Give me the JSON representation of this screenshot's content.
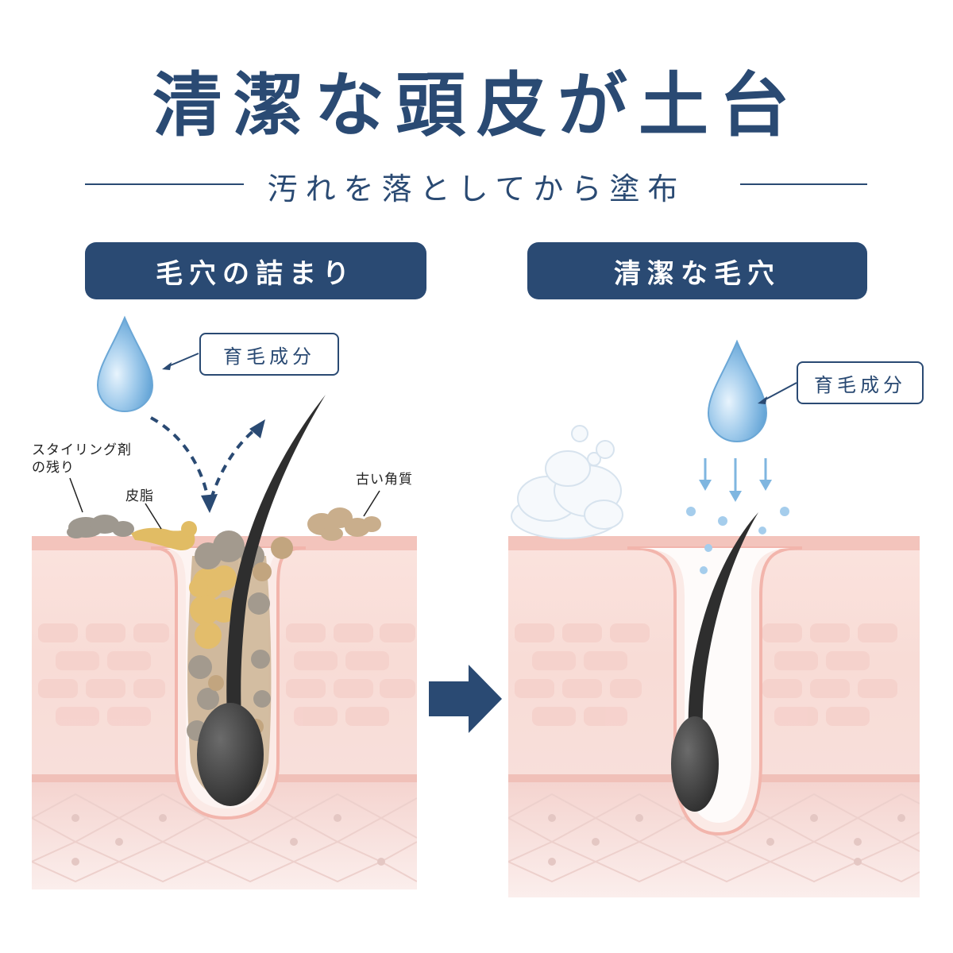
{
  "title": "清潔な頭皮が土台",
  "subtitle": "汚れを落としてから塗布",
  "panels": {
    "left": {
      "label": "毛穴の詰まり",
      "callout": "育毛成分",
      "annotations": {
        "styling_residue_line1": "スタイリング剤",
        "styling_residue_line2": "の残り",
        "sebum": "皮脂",
        "old_keratin": "古い角質"
      }
    },
    "right": {
      "label": "清潔な毛穴",
      "callout": "育毛成分"
    }
  },
  "colors": {
    "navy": "#2a4a73",
    "skin": "#f7d9d4",
    "skin_deep": "#f1c7c0",
    "hair": "#3a3a3a",
    "droplet": "#7fb6e0",
    "sebum": "#e2bc6c",
    "dirt": "#9d968c",
    "keratin": "#c9ae8c"
  }
}
